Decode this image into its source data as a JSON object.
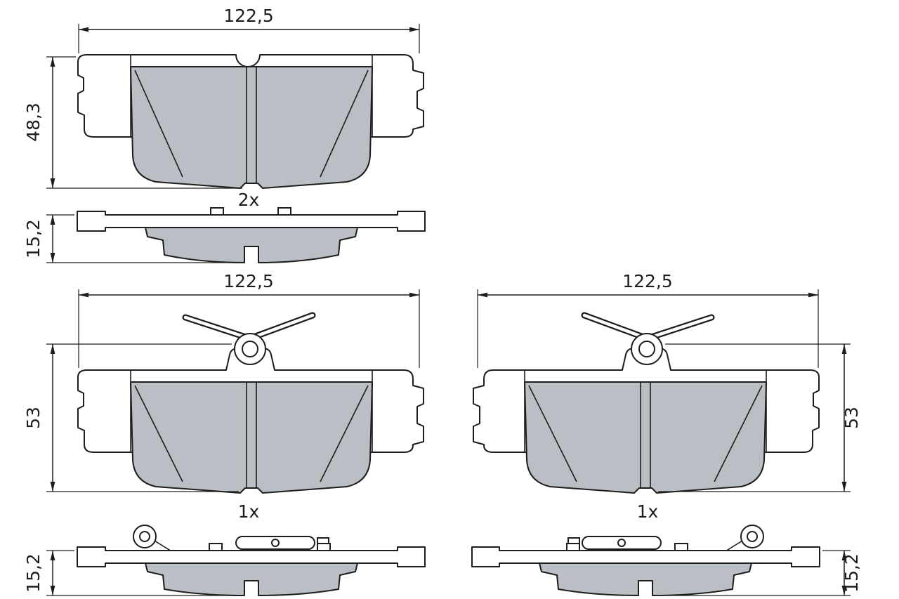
{
  "title": "brake-pad-set-technical-drawing",
  "colors": {
    "line": "#1d1d1b",
    "pad_fill": "#b9bfc4",
    "bg": "#ffffff"
  },
  "views": {
    "top": {
      "width": "122,5",
      "height": "48,3",
      "thickness": "15,2",
      "qty": "2x"
    },
    "bottom_left": {
      "width": "122,5",
      "height": "53",
      "thickness": "15,2",
      "qty": "1x"
    },
    "bottom_right": {
      "width": "122,5",
      "height": "53",
      "thickness": "15,2",
      "qty": "1x"
    }
  }
}
